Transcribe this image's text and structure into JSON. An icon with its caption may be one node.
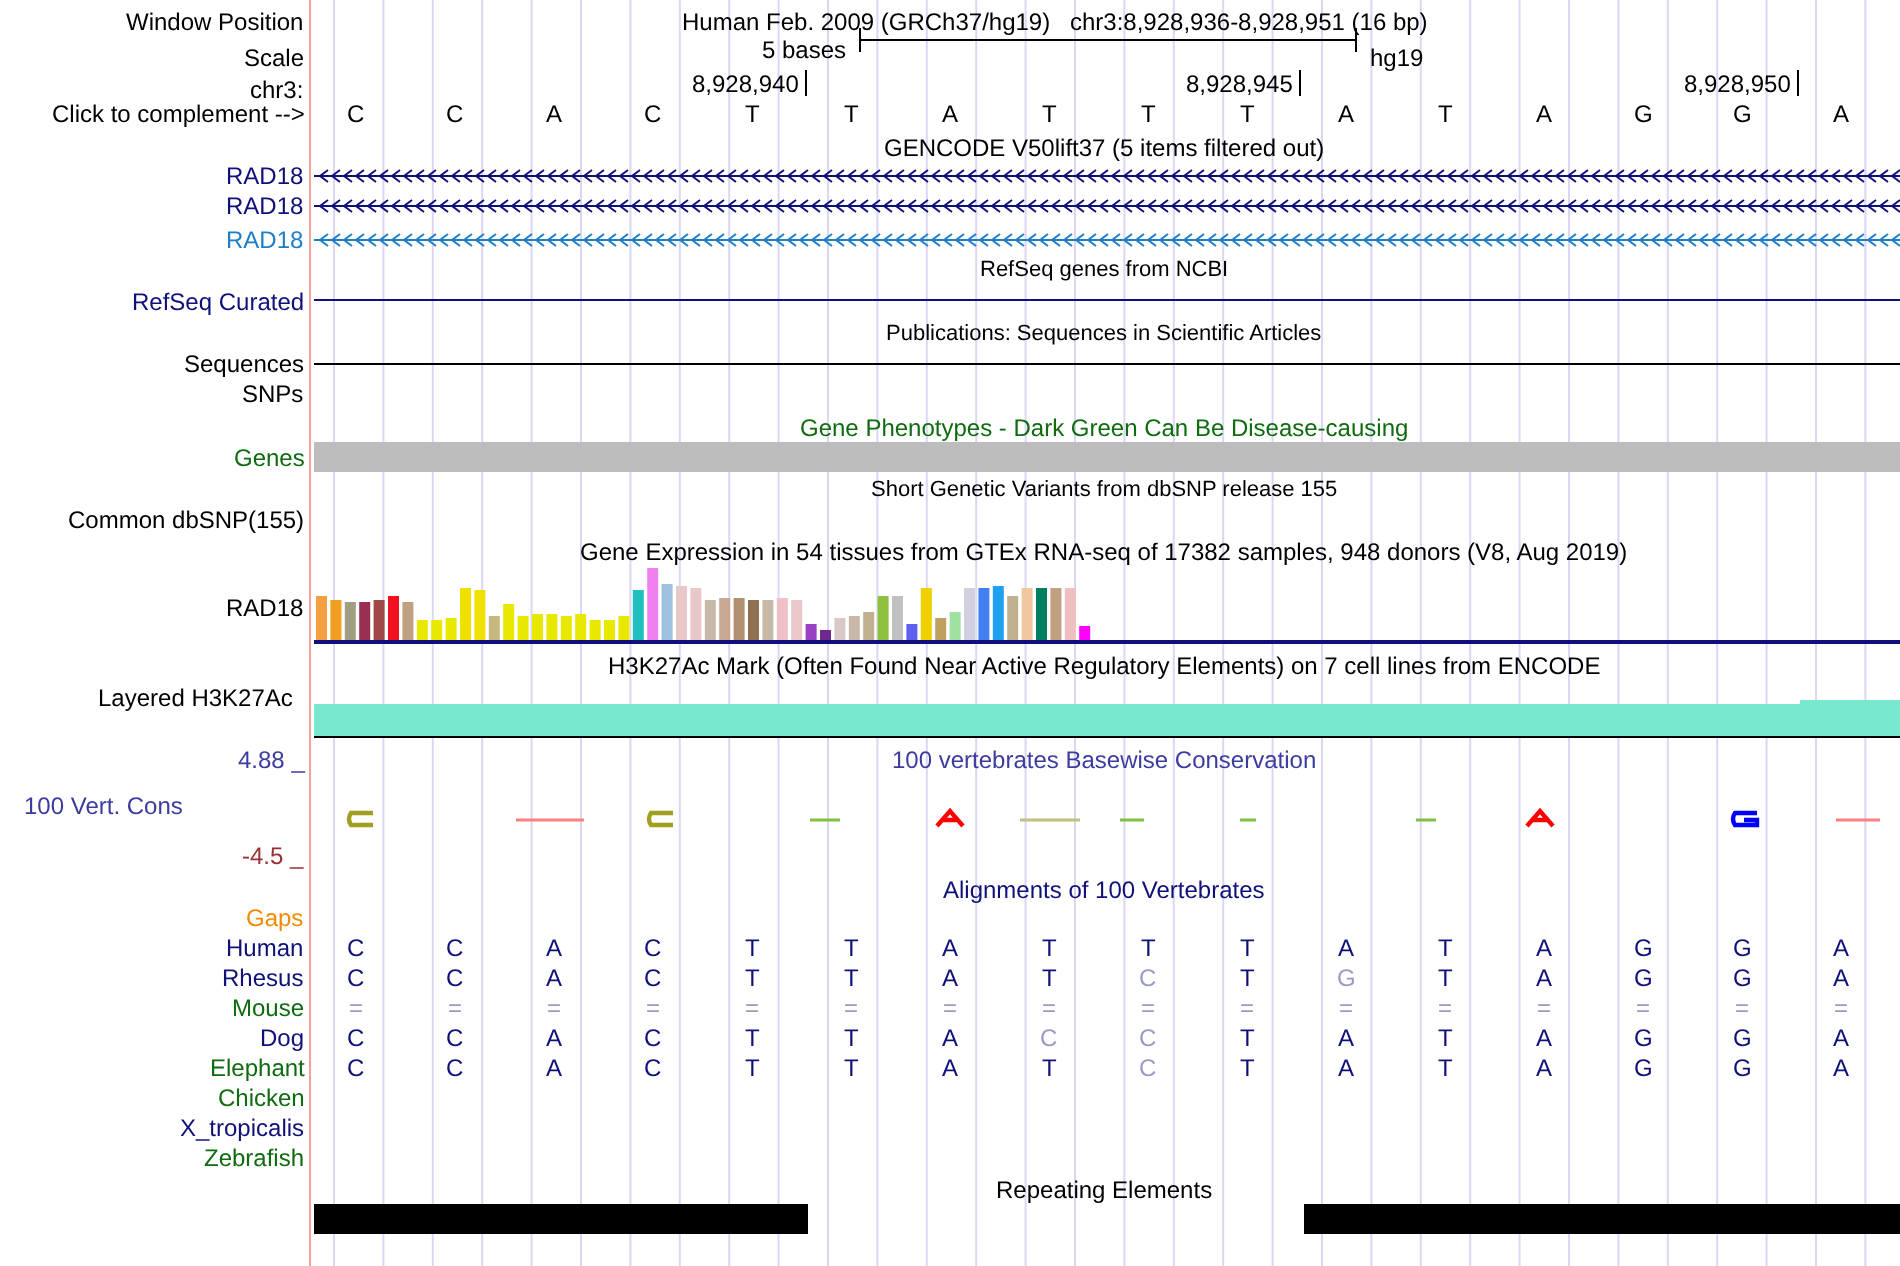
{
  "diagram": {
    "labels": [
      "Window Position",
      "Human Feb. 2009 (GRCh37/hg19)",
      "chr3:8,928,936-8,928,951 (16 bp)",
      "Scale",
      "5 bases",
      "hg19",
      "chr3:",
      "8,928,940",
      "8,928,945",
      "8,928,950",
      "Click to complement -->",
      "C",
      "C",
      "A",
      "C",
      "T",
      "T",
      "A",
      "T",
      "T",
      "T",
      "A",
      "T",
      "A",
      "G",
      "G",
      "A",
      "GENCODE V50lift37 (5 items filtered out)",
      "RAD18",
      "RAD18",
      "RAD18",
      "RefSeq genes from NCBI",
      "RefSeq Curated",
      "Publications: Sequences in Scientific Articles",
      "Sequences",
      "SNPs",
      "Gene Phenotypes - Dark Green Can Be Disease-causing",
      "Genes",
      "Short Genetic Variants from dbSNP release 155",
      "Common dbSNP(155)",
      "Gene Expression in 54 tissues from GTEx RNA-seq of 17382 samples, 948 donors (V8, Aug 2019)",
      "RAD18",
      "H3K27Ac Mark (Often Found Near Active Regulatory Elements) on 7 cell lines from ENCODE",
      "Layered H3K27Ac",
      "4.88 _",
      "100 vertebrates Basewise Conservation",
      "100 Vert. Cons",
      "-4.5 _",
      "Alignments of 100 Vertebrates",
      "Gaps",
      "Human",
      "C",
      "C",
      "A",
      "C",
      "T",
      "T",
      "A",
      "T",
      "T",
      "T",
      "A",
      "T",
      "A",
      "G",
      "G",
      "A",
      "Rhesus",
      "C",
      "C",
      "A",
      "C",
      "T",
      "T",
      "A",
      "T",
      "C",
      "T",
      "G",
      "T",
      "A",
      "G",
      "G",
      "A",
      "Mouse",
      "=",
      "=",
      "=",
      "=",
      "=",
      "=",
      "=",
      "=",
      "=",
      "=",
      "=",
      "=",
      "=",
      "=",
      "=",
      "=",
      "Dog",
      "C",
      "C",
      "A",
      "C",
      "T",
      "T",
      "A",
      "C",
      "C",
      "T",
      "A",
      "T",
      "A",
      "G",
      "G",
      "A",
      "Elephant",
      "C",
      "C",
      "A",
      "C",
      "T",
      "T",
      "A",
      "T",
      "C",
      "T",
      "A",
      "T",
      "A",
      "G",
      "G",
      "A",
      "Chicken",
      "X_tropicalis",
      "Zebrafish",
      "Repeating Elements"
    ]
  }
}
